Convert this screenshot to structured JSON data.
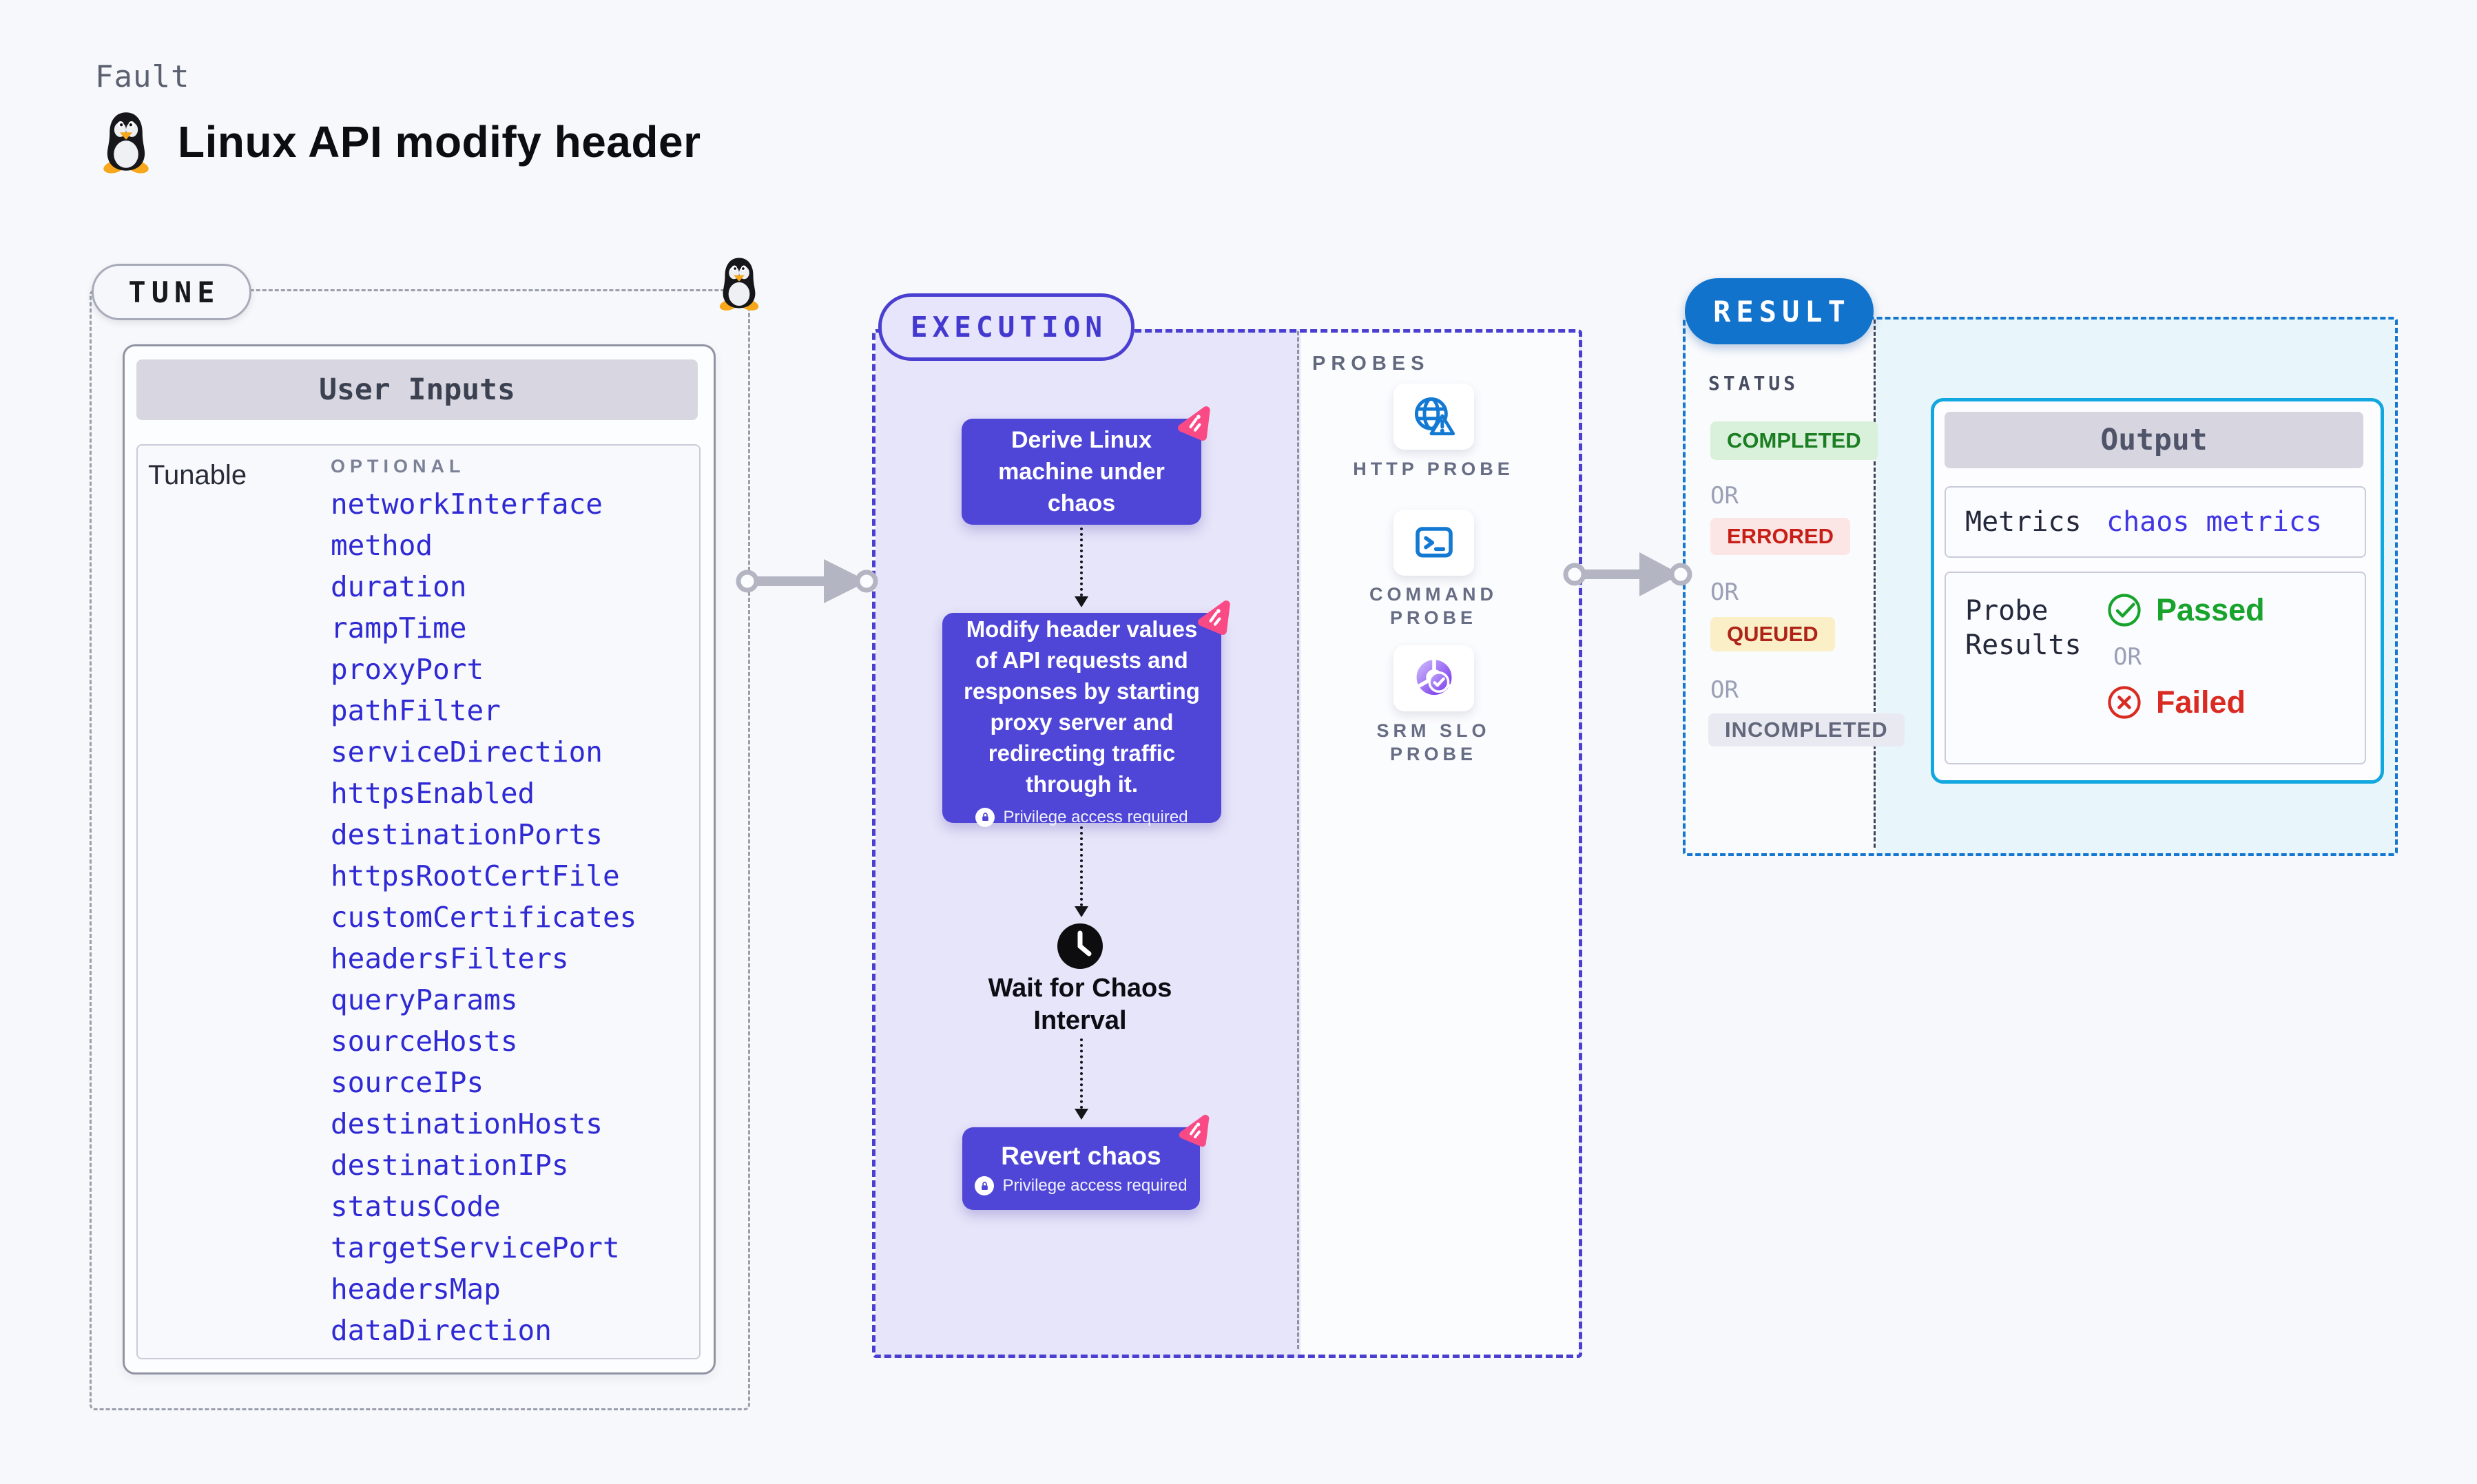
{
  "header": {
    "kicker": "Fault",
    "title": "Linux API modify header"
  },
  "tune": {
    "label": "TUNE",
    "user_inputs": {
      "title": "User Inputs",
      "row_label": "Tunable",
      "column_label": "OPTIONAL",
      "tunables": [
        "networkInterface",
        "method",
        "duration",
        "rampTime",
        "proxyPort",
        "pathFilter",
        "serviceDirection",
        "httpsEnabled",
        "destinationPorts",
        "httpsRootCertFile",
        "customCertificates",
        "headersFilters",
        "queryParams",
        "sourceHosts",
        "sourceIPs",
        "destinationHosts",
        "destinationIPs",
        "statusCode",
        "targetServicePort",
        "headersMap",
        "dataDirection"
      ]
    }
  },
  "execution": {
    "label": "EXECUTION",
    "privilege_label": "Privilege access required",
    "steps": {
      "derive": "Derive Linux machine under chaos",
      "inject": "Modify header values of API requests and responses by starting proxy server and redirecting traffic through it.",
      "wait": "Wait for Chaos Interval",
      "revert": "Revert chaos"
    }
  },
  "probes": {
    "label": "PROBES",
    "items": [
      {
        "label": "HTTP PROBE",
        "icon": "http-probe-icon"
      },
      {
        "label": "COMMAND PROBE",
        "icon": "command-probe-icon"
      },
      {
        "label": "SRM SLO PROBE",
        "icon": "srm-slo-probe-icon"
      }
    ]
  },
  "result": {
    "label": "RESULT",
    "status": {
      "label": "STATUS",
      "separator": "OR",
      "values": [
        "COMPLETED",
        "ERRORED",
        "QUEUED",
        "INCOMPLETED"
      ]
    },
    "output": {
      "title": "Output",
      "metrics_label": "Metrics",
      "metrics_value": "chaos metrics",
      "probe_results_label": "Probe Results",
      "passed_label": "Passed",
      "or_label": "OR",
      "failed_label": "Failed"
    }
  },
  "colors": {
    "page_bg": "#f7f8fb",
    "indigo_accent": "#4a3fd0",
    "indigo_box": "#4f46d8",
    "lavender_bg": "#e7e5f9",
    "link_blue": "#2f2ad3",
    "result_blue": "#1173cb",
    "cyan_border": "#13a7df",
    "cyan_bg": "#e8f5fb",
    "success_green": "#18a32c",
    "error_red": "#d92b21",
    "queued_amber_bg": "#faefc7",
    "chaos_pink": "#fa4a86",
    "probe_icon_blue": "#1379d2",
    "srm_purple": "#7b3bee"
  }
}
